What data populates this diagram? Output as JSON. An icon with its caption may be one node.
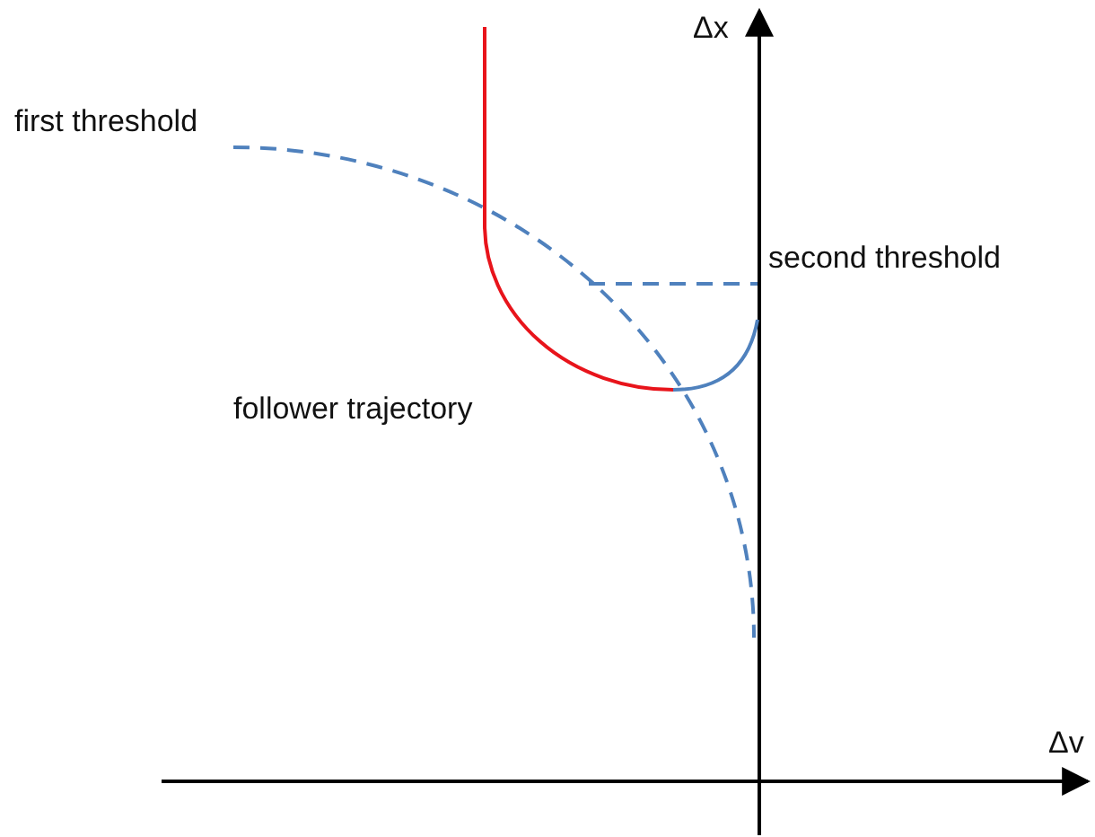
{
  "diagram": {
    "labels": [
      "Δx",
      "first threshold",
      "second threshold",
      "follower trajectory",
      "Δv"
    ]
  }
}
